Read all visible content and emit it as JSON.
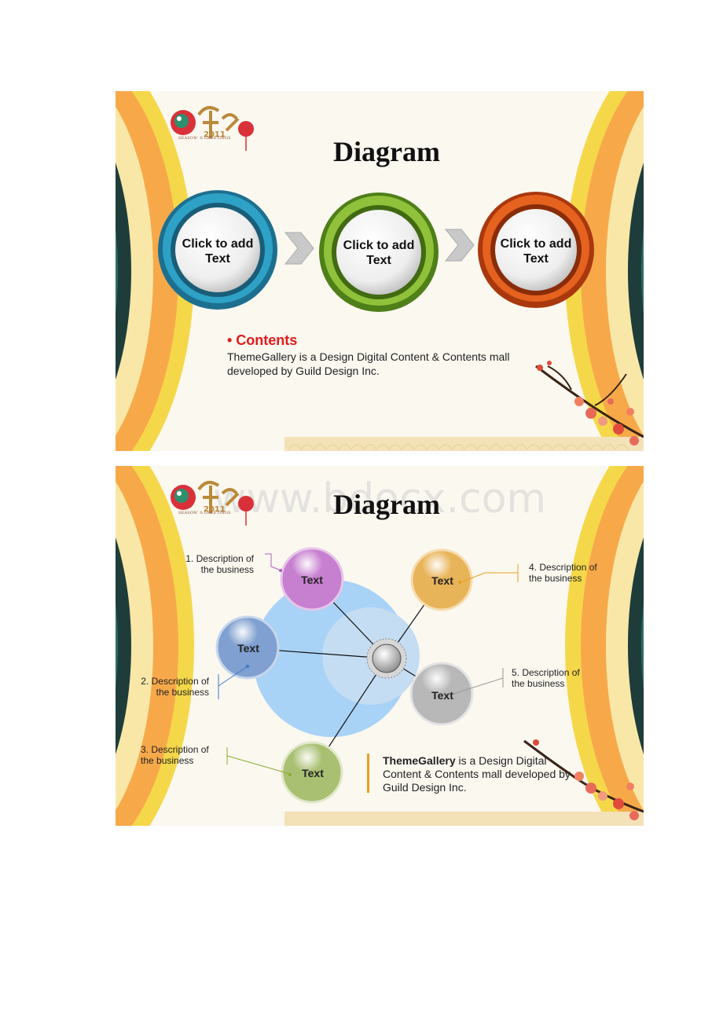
{
  "slide1": {
    "logo": {
      "year": "2011",
      "caption": "SEASON’ S GREETINGS"
    },
    "title": "Diagram",
    "steps": [
      {
        "label": "Click to add Text",
        "color": "#2a8fb4"
      },
      {
        "label": "Click to add Text",
        "color": "#7cae2a"
      },
      {
        "label": "Click to add Text",
        "color": "#d9501a"
      }
    ],
    "contents_heading": "• Contents",
    "contents_body": "ThemeGallery  is a Design Digital Content & Contents mall developed by Guild Design Inc."
  },
  "slide2": {
    "logo": {
      "year": "2011",
      "caption": "SEASON’ S GREETINGS"
    },
    "title": "Diagram",
    "watermark": "www.bdocx.com",
    "balls": [
      {
        "label": "Text",
        "color": "#c77fd0"
      },
      {
        "label": "Text",
        "color": "#e8b45a"
      },
      {
        "label": "Text",
        "color": "#7fa0d0"
      },
      {
        "label": "Text",
        "color": "#b8b8b8"
      },
      {
        "label": "Text",
        "color": "#a9c073"
      }
    ],
    "descriptions": [
      {
        "line1": "1. Description of",
        "line2": "the business",
        "color": "#b15fbf"
      },
      {
        "line1": "4. Description of",
        "line2": "the business",
        "color": "#e6a020"
      },
      {
        "line1": "2. Description of",
        "line2": "the business",
        "color": "#3f79c2"
      },
      {
        "line1": "5. Description of",
        "line2": "the business",
        "color": "#999999"
      },
      {
        "line1": "3. Description of",
        "line2": "the business",
        "color": "#8aae30"
      }
    ],
    "theme_bold": "ThemeGallery",
    "theme_rest": " is a Design Digital Content & Contents mall developed by Guild Design Inc."
  }
}
